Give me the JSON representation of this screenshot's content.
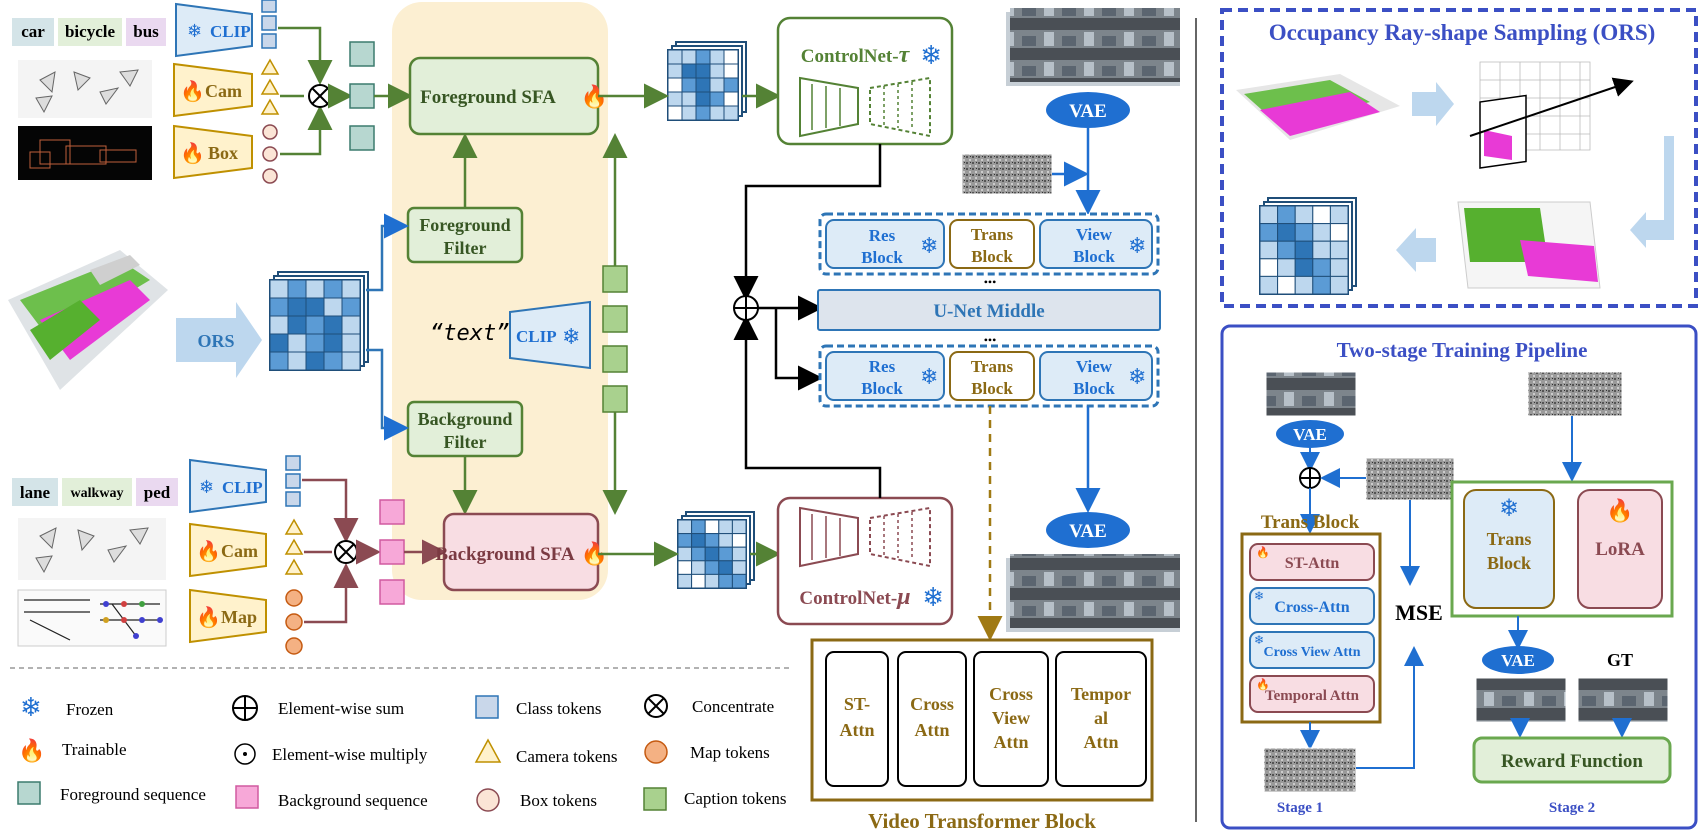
{
  "top_left": {
    "class_words": [
      "car",
      "bicycle",
      "bus"
    ],
    "clip": "CLIP",
    "cam": "Cam",
    "box": "Box"
  },
  "bottom_left": {
    "class_words": [
      "lane",
      "walkway",
      "ped"
    ],
    "clip": "CLIP",
    "cam": "Cam",
    "map": "Map"
  },
  "ors_arrow": "ORS",
  "text_prompt": "“text”",
  "text_clip": "CLIP",
  "foreground_sfa": "Foreground SFA",
  "background_sfa": "Background SFA",
  "foreground_filter": [
    "Foreground",
    "Filter"
  ],
  "background_filter": [
    "Background",
    "Filter"
  ],
  "controlnet_tau": {
    "name": "ControlNet-",
    "symbol": "τ"
  },
  "controlnet_mu": {
    "name": "ControlNet-",
    "symbol": "μ"
  },
  "vae_top": "VAE",
  "vae_bottom": "VAE",
  "unet_block_top": {
    "res": [
      "Res",
      "Block"
    ],
    "trans": [
      "Trans",
      "Block"
    ],
    "view": [
      "View",
      "Block"
    ]
  },
  "unet_block_bottom": {
    "res": [
      "Res",
      "Block"
    ],
    "trans": [
      "Trans",
      "Block"
    ],
    "view": [
      "View",
      "Block"
    ]
  },
  "ellipsis": "•••",
  "unet_middle": "U-Net Middle",
  "video_transformer": {
    "title": "Video Transformer Block",
    "cells": [
      [
        "ST-",
        "Attn"
      ],
      [
        "Cross",
        "Attn"
      ],
      [
        "Cross",
        "View",
        "Attn"
      ],
      [
        "Tempor",
        "al",
        "Attn"
      ]
    ]
  },
  "legend": {
    "frozen": "Frozen",
    "trainable": "Trainable",
    "foreground_sequence": "Foreground sequence",
    "element_sum": "Element-wise sum",
    "element_multiply": "Element-wise multiply",
    "background_sequence": "Background sequence",
    "class_tokens": "Class tokens",
    "camera_tokens": "Camera tokens",
    "box_tokens": "Box tokens",
    "concentrate": "Concentrate",
    "map_tokens": "Map tokens",
    "caption_tokens": "Caption tokens"
  },
  "ors_panel": {
    "title": "Occupancy Ray-shape Sampling (ORS)"
  },
  "training_panel": {
    "title": "Two-stage Training Pipeline",
    "vae_stage1": "VAE",
    "trans_block_title": "Trans Block",
    "attn_items": [
      "ST-Attn",
      "Cross-Attn",
      "Cross View Attn",
      "Temporal Attn"
    ],
    "mse": "MSE",
    "stage1": "Stage 1",
    "trans_block_frozen": [
      "Trans",
      "Block"
    ],
    "lora": "LoRA",
    "vae_stage2": "VAE",
    "gt": "GT",
    "reward_function": "Reward Function",
    "stage2": "Stage 2"
  },
  "colors": {
    "fg_green_fill": "#e2efd9",
    "fg_green_stroke": "#548235",
    "bg_pink_fill": "#f8dde3",
    "bg_pink_stroke": "#8b4a52",
    "panel_yellow": "#fcefd2",
    "blue_accent": "#2e75b6",
    "panel_border": "#3b4fc4",
    "title_blue": "#3b4fc4",
    "vae_blue": "#1f6fd1",
    "gold": "#8b6914"
  }
}
